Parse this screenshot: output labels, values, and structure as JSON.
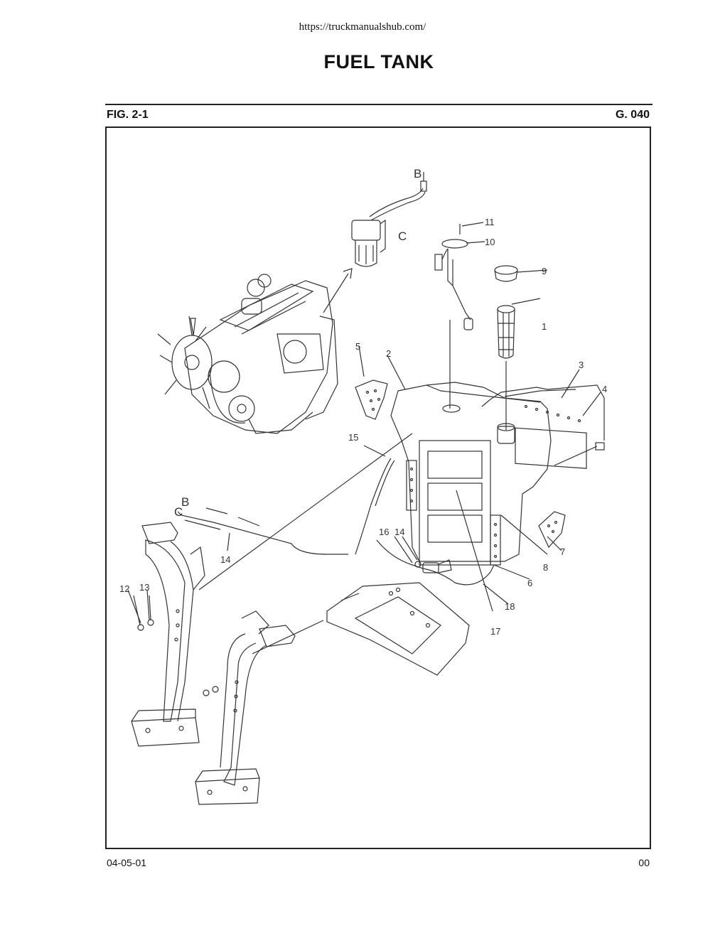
{
  "header": {
    "url": "https://truckmanualshub.com/",
    "title": "FUEL TANK"
  },
  "figure": {
    "fig_label": "FIG. 2-1",
    "group_label": "G. 040",
    "callouts": [
      "1",
      "2",
      "3",
      "4",
      "5",
      "6",
      "7",
      "8",
      "9",
      "10",
      "11",
      "12",
      "13",
      "14",
      "14",
      "15",
      "16",
      "17",
      "18"
    ],
    "connector_letters": [
      "B",
      "C",
      "B",
      "C"
    ]
  },
  "footer": {
    "date": "04-05-01",
    "revision": "00"
  }
}
